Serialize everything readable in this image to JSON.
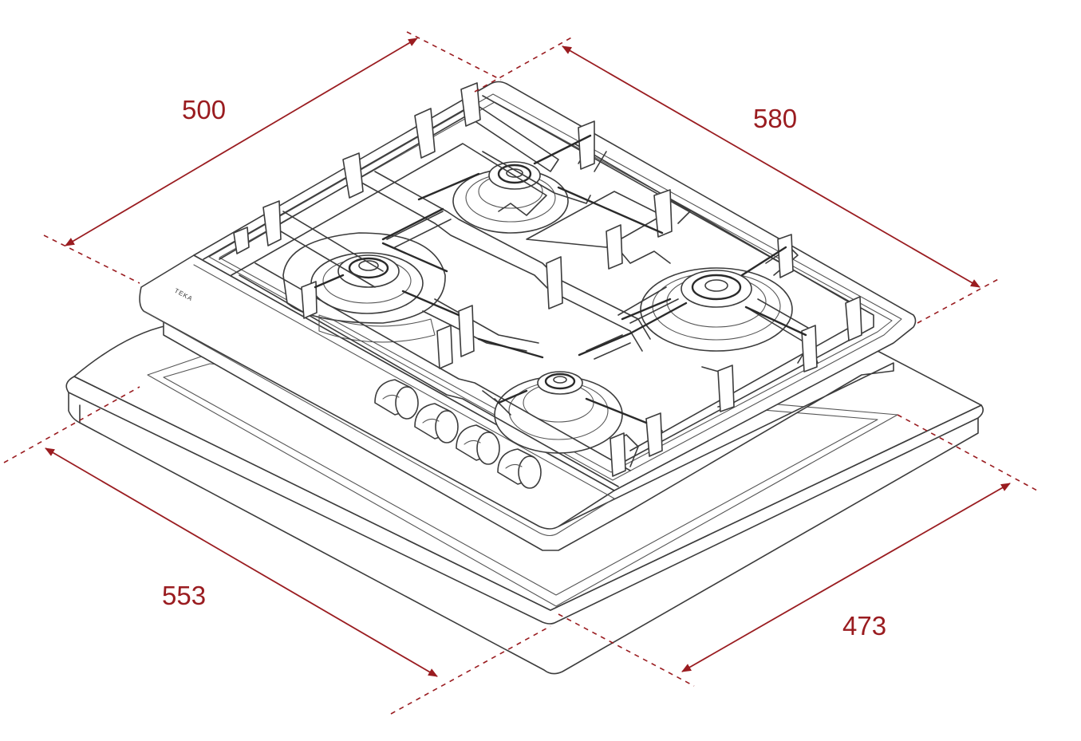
{
  "colors": {
    "dimension": "#9a1c20",
    "outline": "#3c3c3c",
    "background": "#ffffff"
  },
  "dimensions": {
    "width_hob": "580",
    "depth_hob": "500",
    "cutout_width": "553",
    "cutout_depth": "473"
  },
  "product": {
    "brand_mark": "TEKA"
  }
}
